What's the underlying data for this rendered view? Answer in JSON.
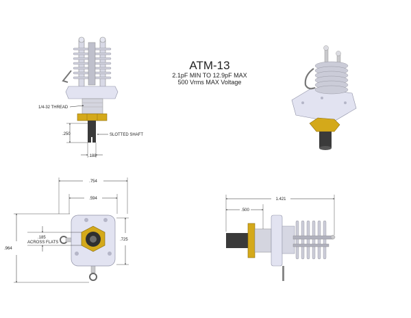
{
  "title": {
    "model": "ATM-13",
    "capacitance": "2.1pF MIN TO 12.9pF MAX",
    "voltage": "500 Vrms MAX Voltage"
  },
  "front_view": {
    "thread_label": "1/4-32 THREAD",
    "shaft_label": "SLOTTED SHAFT",
    "shaft_length": ".250",
    "shaft_diameter": ".188"
  },
  "top_view": {
    "width_outer": ".754",
    "width_inner": ".594",
    "flats_value": ".185",
    "flats_label": "ACROSS FLATS",
    "height_outer": ".964",
    "height_inner": ".725"
  },
  "side_view": {
    "overall_length": "1.421",
    "shaft_length": ".500"
  },
  "colors": {
    "body": "#e2e3f1",
    "nut": "#d4a91a",
    "shaft": "#3a3a3a",
    "metal": "#c9c9cc",
    "line": "#222222"
  }
}
